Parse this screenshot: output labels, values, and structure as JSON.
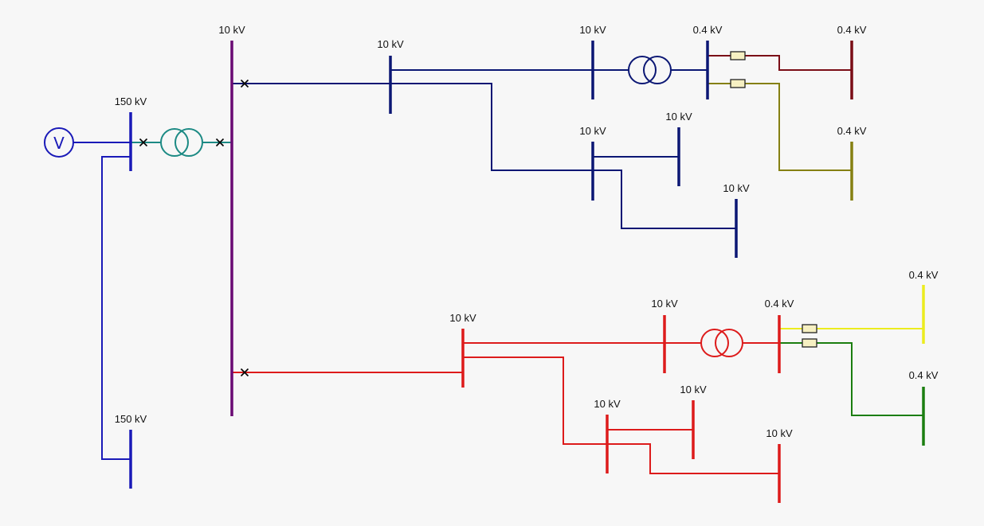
{
  "colors": {
    "hv_blue": "#1a1ab8",
    "mv_navy": "#0b1774",
    "trafo_teal": "#1c8a84",
    "main_bus_purple": "#6a0a74",
    "red_feeder": "#dd1b1b",
    "maroon_lv": "#7a0d16",
    "olive_lv": "#858012",
    "yellow_lv": "#ecec1e",
    "green_lv": "#1b7e10",
    "fuse_fill": "#f6f0c2",
    "background": "#f7f7f7"
  },
  "source": {
    "letter": "V",
    "icon": "voltage-source-icon"
  },
  "buses": {
    "hv_150_top": "150 kV",
    "hv_150_bottom": "150 kV",
    "main_10": "10 kV",
    "navy_a": "10 kV",
    "navy_b": "10 kV",
    "navy_c": "10 kV",
    "navy_d": "10 kV",
    "navy_e": "10 kV",
    "lv_maroon_trafo": "0.4 kV",
    "lv_maroon_end": "0.4 kV",
    "lv_olive_end": "0.4 kV",
    "red_a": "10 kV",
    "red_b": "10 kV",
    "red_c": "10 kV",
    "red_d": "10 kV",
    "red_e": "10 kV",
    "lv_red_trafo": "0.4 kV",
    "lv_yellow_end": "0.4 kV",
    "lv_green_end": "0.4 kV"
  }
}
